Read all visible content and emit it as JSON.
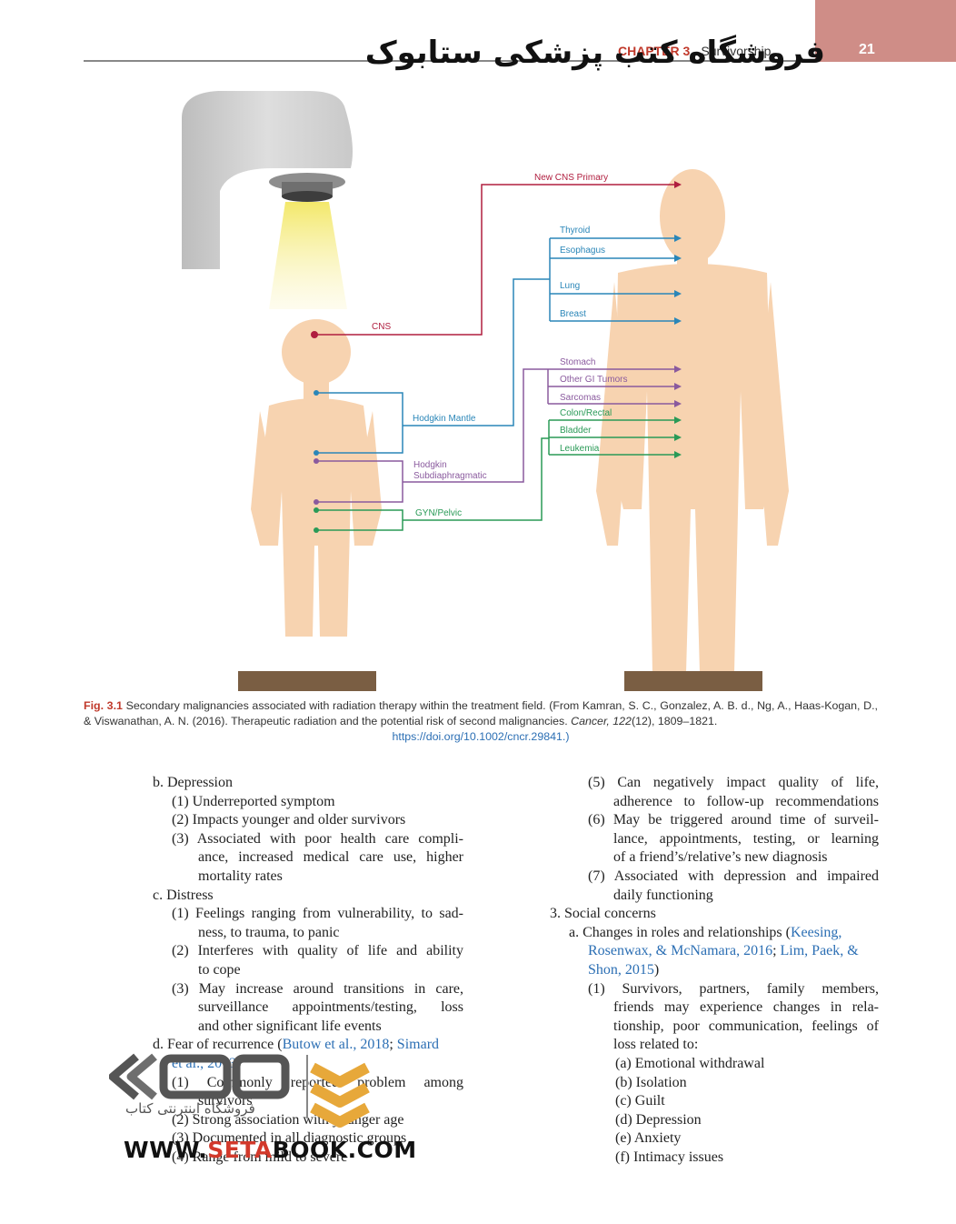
{
  "header": {
    "watermark_title": "فروشگاه کتب پزشکی ستابوک",
    "chapter": "CHAPTER 3",
    "section": "Survivorship",
    "page": "21"
  },
  "figure": {
    "left_labels": {
      "cns": "CNS",
      "hodgkin_mantle": "Hodgkin Mantle",
      "hodgkin_sub_1": "Hodgkin",
      "hodgkin_sub_2": "Subdiaphragmatic",
      "gyn": "GYN/Pelvic"
    },
    "right_labels": {
      "new_cns": "New CNS Primary",
      "thyroid": "Thyroid",
      "esophagus": "Esophagus",
      "lung": "Lung",
      "breast": "Breast",
      "stomach": "Stomach",
      "other_gi": "Other GI Tumors",
      "sarcomas": "Sarcomas",
      "colon": "Colon/Rectal",
      "bladder": "Bladder",
      "leukemia": "Leukemia"
    },
    "colors": {
      "red": "#b01e3f",
      "blue": "#2a86b8",
      "purple": "#8a5a9e",
      "green": "#2a9a57",
      "skin": "#f7d3b0",
      "ground": "#7a5e43"
    }
  },
  "caption": {
    "figno": "Fig. 3.1",
    "text": "Secondary malignancies associated with radiation therapy within the treatment field. (From Kamran, S. C., Gonzalez, A. B. d., Ng, A., Haas-Kogan, D., & Viswanathan, A. N. (2016). Therapeutic radiation and the potential risk of second malignancies.",
    "journal": "Cancer, 122",
    "rest": "(12), 1809–1821.",
    "doi": "https://doi.org/10.1002/cncr.29841.)"
  },
  "left_col": [
    "b. Depression",
    "(1) Underreported symptom",
    "(2) Impacts younger and older survivors",
    "(3) Associated with poor health care compli-",
    "ance, increased medical care use, higher",
    "mortality rates",
    "c. Distress",
    "(1) Feelings ranging from vulnerability, to sad-",
    "ness, to trauma, to panic",
    "(2) Interferes with quality of life and ability",
    "to cope",
    "(3) May increase around transitions in care,",
    "surveillance appointments/testing, loss",
    "and other significant life events",
    "d. Fear of recurrence (",
    "Butow et al., 2018",
    "; ",
    "Simard",
    "et al., 2013",
    ")",
    "(1) Commonly reported problem among",
    "survivors",
    "(2) Strong association with younger age",
    "(3) Documented in all diagnostic groups",
    "(4) Range from mild to severe"
  ],
  "right_col": [
    "(5) Can negatively impact quality of life,",
    "adherence to follow-up recommendations",
    "(6) May be triggered around time of surveil-",
    "lance, appointments, testing, or learning",
    "of a friend’s/relative’s new diagnosis",
    "(7) Associated with depression and impaired",
    "daily functioning",
    "3. Social concerns",
    "a. Changes in roles and relationships (",
    "Keesing,",
    "Rosenwax, & McNamara, 2016",
    "; ",
    "Lim, Paek, &",
    "Shon, 2015",
    ")",
    "(1) Survivors, partners, family members,",
    "friends may experience changes in rela-",
    "tionship, poor communication, feelings of",
    "loss related to:",
    "(a) Emotional withdrawal",
    "(b) Isolation",
    "(c) Guilt",
    "(d) Depression",
    "(e) Anxiety",
    "(f) Intimacy issues"
  ],
  "watermark": {
    "fa_text": "فروشگاه اینترنتی کتاب",
    "url_pre": "WWW.",
    "url_red": "SETA",
    "url_post": "BOOK.COM"
  }
}
